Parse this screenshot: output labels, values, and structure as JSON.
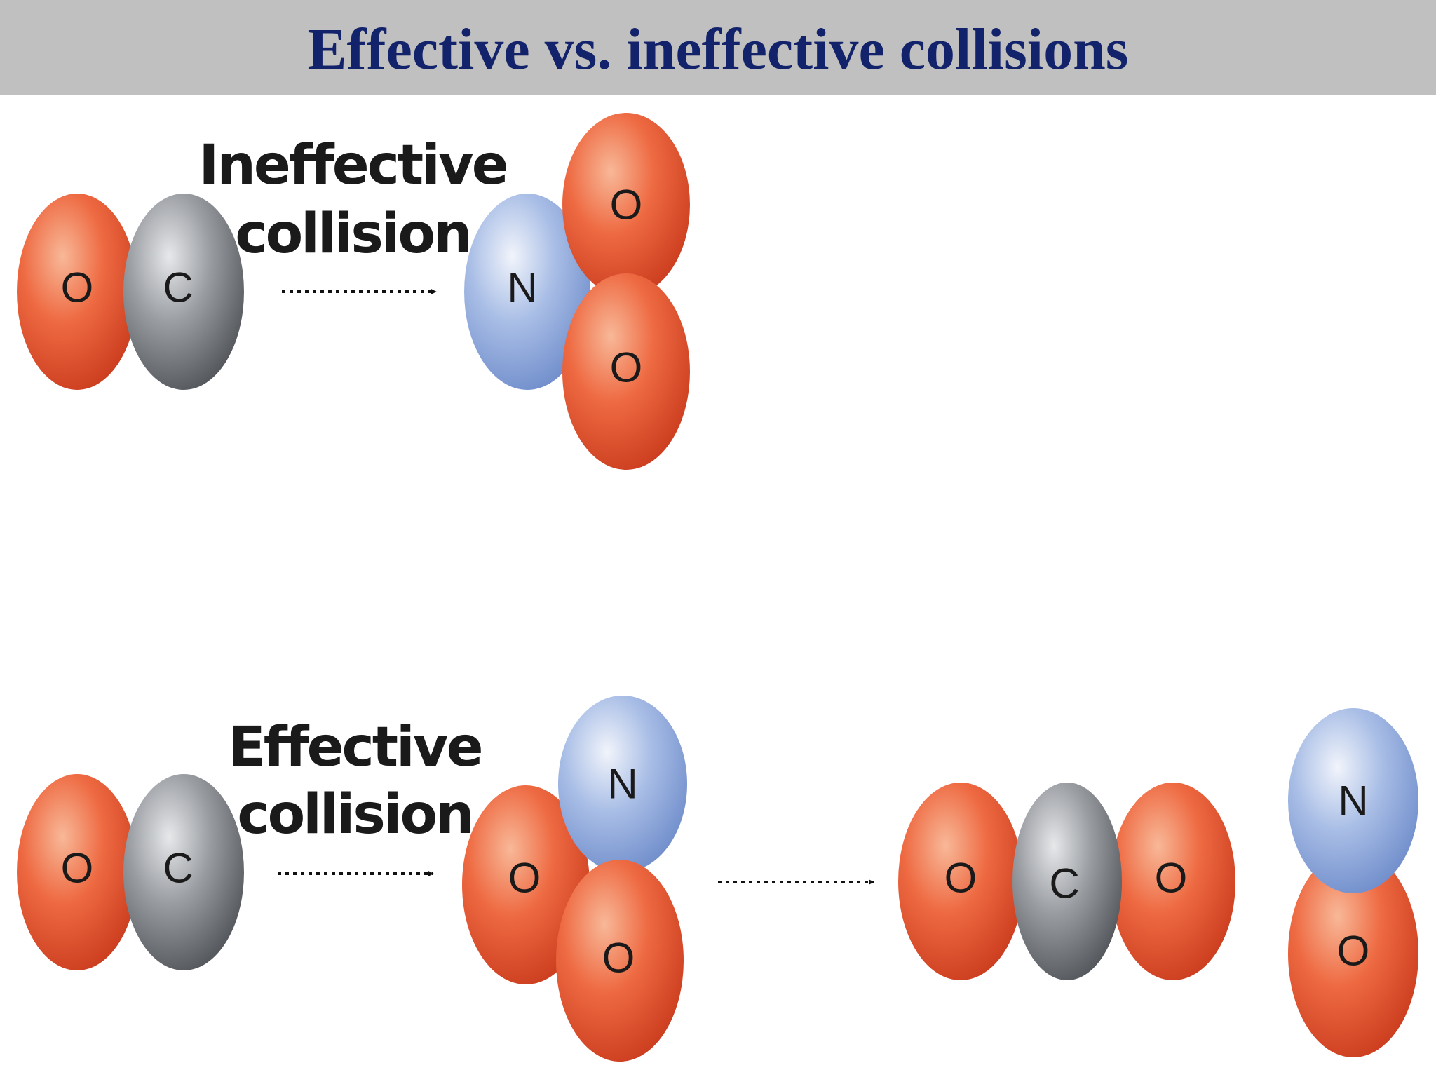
{
  "title": "Effective vs. ineffective collisions",
  "colors": {
    "title_bar": "#c0c0c0",
    "title_text": "#13236b",
    "oxygen": "#e5532e",
    "carbon": "#8a8d91",
    "nitrogen": "#8fa8dc"
  },
  "ineffective": {
    "caption_line1": "Ineffective",
    "caption_line2": "collision",
    "reactant1": {
      "atoms": [
        "O",
        "C"
      ]
    },
    "reactant2": {
      "atoms": [
        "N",
        "O",
        "O"
      ]
    }
  },
  "effective": {
    "caption_line1": "Effective",
    "caption_line2": "collision",
    "reactant1": {
      "atoms": [
        "O",
        "C"
      ]
    },
    "reactant2": {
      "atoms": [
        "N",
        "O",
        "O"
      ]
    },
    "product1": {
      "atoms": [
        "O",
        "C",
        "O"
      ]
    },
    "product2": {
      "atoms": [
        "N",
        "O"
      ]
    }
  }
}
